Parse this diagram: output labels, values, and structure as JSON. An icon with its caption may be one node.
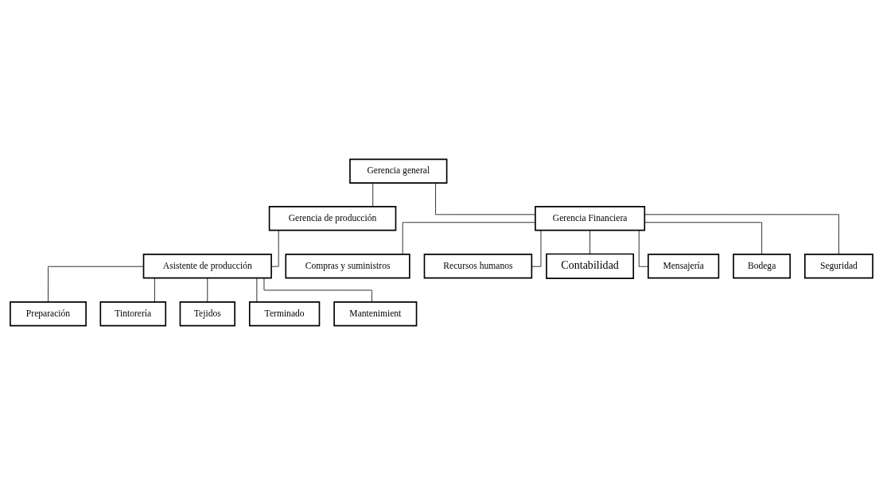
{
  "diagram": {
    "nodes": [
      {
        "text": [
          "Gerencia general"
        ]
      },
      {
        "text": [
          "Gerencia de producción"
        ]
      },
      {
        "text": [
          "Gerencia Financiera"
        ]
      },
      {
        "text": [
          "Asistente de producción"
        ]
      },
      {
        "text": [
          "Compras y suministros"
        ]
      },
      {
        "text": [
          "Recursos humanos"
        ]
      },
      {
        "text": [
          "Preparación"
        ]
      },
      {
        "text": [
          "Tintorería"
        ]
      },
      {
        "text": [
          "Tejidos"
        ]
      },
      {
        "text": [
          "Terminado"
        ]
      },
      {
        "text": [
          "Contabilidad"
        ]
      },
      {
        "text": [
          "Mensajería"
        ]
      },
      {
        "text": [
          "Mantenimient"
        ]
      },
      {
        "text": [
          "Bodega"
        ]
      },
      {
        "text": [
          "Seguridad"
        ]
      }
    ],
    "edges": [
      {
        "from": 0,
        "to": 1,
        "arrow": "none"
      },
      {
        "from": 0,
        "to": 2,
        "arrow": "none"
      },
      {
        "from": 1,
        "to": 3,
        "arrow": "none"
      },
      {
        "from": 3,
        "to": 6,
        "arrow": "none"
      },
      {
        "from": 3,
        "to": 7,
        "arrow": "none"
      },
      {
        "from": 3,
        "to": 8,
        "arrow": "none"
      },
      {
        "from": 3,
        "to": 9,
        "arrow": "none"
      },
      {
        "from": 3,
        "to": 12,
        "arrow": "none"
      },
      {
        "from": 2,
        "to": 4,
        "arrow": "none"
      },
      {
        "from": 2,
        "to": 5,
        "arrow": "none"
      },
      {
        "from": 2,
        "to": 10,
        "arrow": "none"
      },
      {
        "from": 2,
        "to": 11,
        "arrow": "none"
      },
      {
        "from": 2,
        "to": 13,
        "arrow": "none"
      },
      {
        "from": 2,
        "to": 14,
        "arrow": "none"
      }
    ]
  }
}
